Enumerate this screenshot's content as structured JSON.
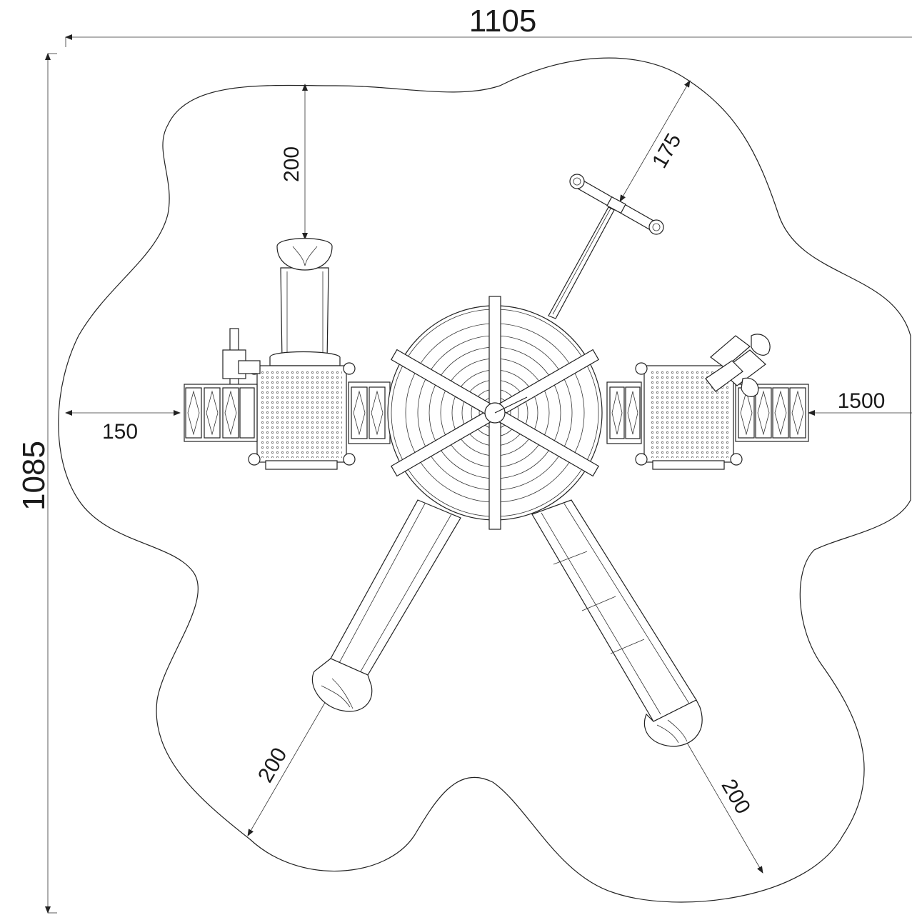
{
  "dimensions": {
    "overall_width": "1105",
    "overall_height": "1085",
    "top_clearance": "200",
    "diagonal_clearance": "175",
    "left_clearance": "150",
    "right_clearance": "1500",
    "bottom_left_clearance": "200",
    "bottom_right_clearance": "200"
  }
}
